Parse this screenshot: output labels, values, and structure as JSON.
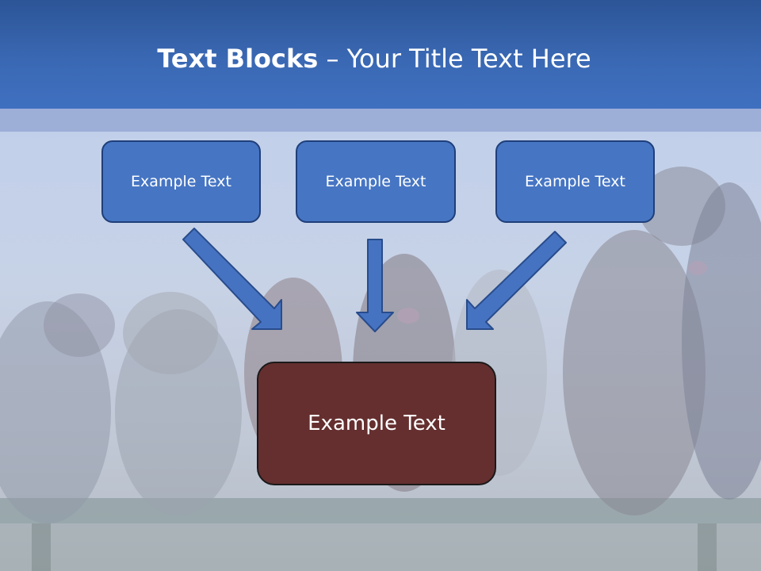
{
  "slide": {
    "title_bold": "Text Blocks",
    "title_rest": " – Your Title Text Here",
    "blocks": [
      {
        "label": "Example Text"
      },
      {
        "label": "Example Text"
      },
      {
        "label": "Example Text"
      }
    ],
    "main_block": {
      "label": "Example Text"
    }
  },
  "colors": {
    "header": "#3a68b3",
    "block_fill": "#4675c3",
    "block_border": "#1f3f7a",
    "main_fill": "#652f2f",
    "arrow_fill": "#4673c1"
  }
}
